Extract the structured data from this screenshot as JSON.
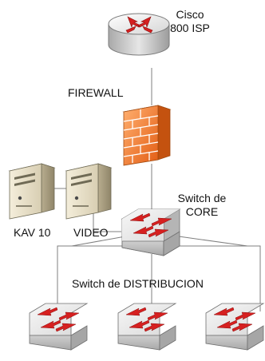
{
  "labels": {
    "router_line1": "Cisco",
    "router_line2": "800  ISP",
    "firewall": "FIREWALL",
    "core_line1": "Switch de",
    "core_line2": "CORE",
    "server_kav": "KAV 10",
    "server_video": "VIDEO",
    "distribution": "Switch de DISTRIBUCION"
  },
  "colors": {
    "arrow_red": "#d62020",
    "firewall_orange": "#f07a2a",
    "switch_gray": "#dcdcdc",
    "line_gray": "#7f7f7f"
  },
  "icons": {
    "router": "router-icon",
    "firewall": "firewall-icon",
    "switch": "switch-icon",
    "server": "server-icon"
  }
}
